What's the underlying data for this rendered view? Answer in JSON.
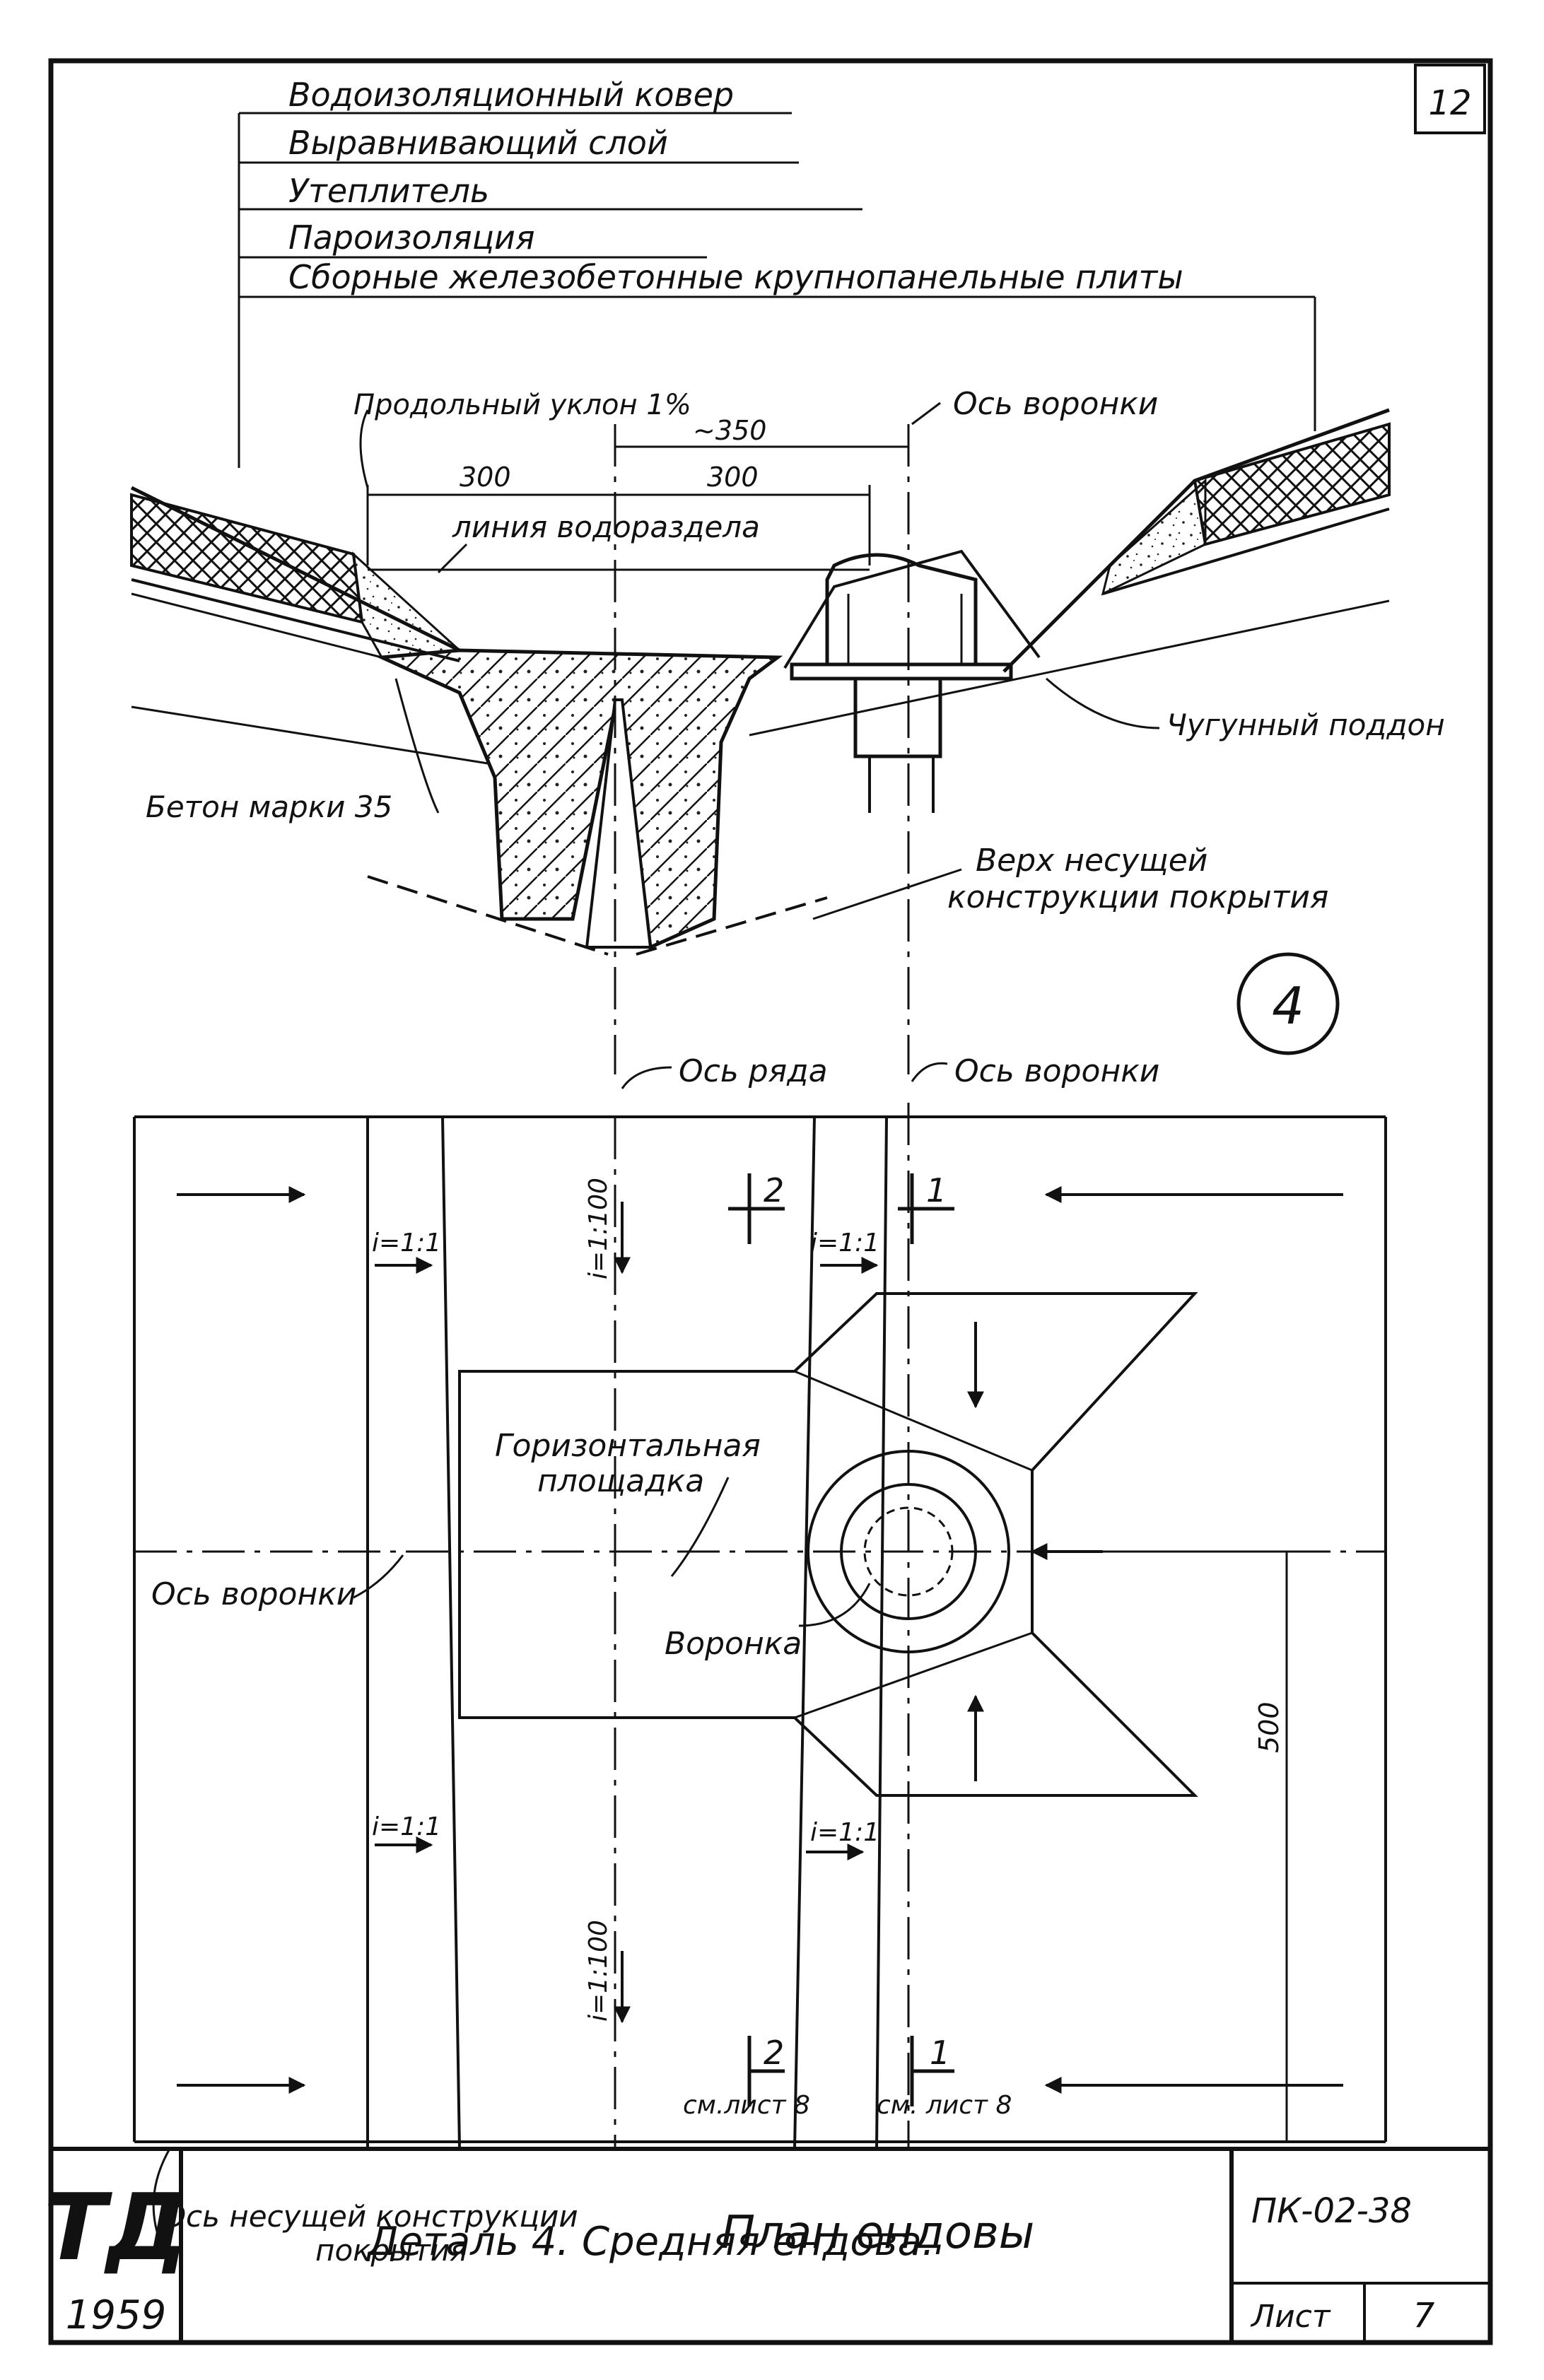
{
  "sheet": {
    "number": "12",
    "detail_circle": "4",
    "title_block": {
      "logo_letters": "ТД",
      "logo_year": "1959",
      "title": "Деталь 4.  Средняя ендова.",
      "code": "ПК-02-38",
      "sheet_label": "Лист",
      "sheet_value": "7"
    }
  },
  "section": {
    "layers": [
      "Водоизоляционный ковер",
      "Выравнивающий  слой",
      "Утеплитель",
      "Пароизоляция",
      "Сборные железобетонные крупнопанельные плиты"
    ],
    "slope_note": "Продольный уклон 1%",
    "funnel_axis": "Ось воронки",
    "dim_350": "~350",
    "dim_300_left": "300",
    "dim_300_right": "300",
    "watershed": "линия водораздела",
    "concrete": "Бетон марки 35",
    "cast_iron_tray": "Чугунный поддон",
    "structure_top": [
      "Верх несущей",
      "конструкции покрытия"
    ]
  },
  "plan": {
    "row_axis": "Ось ряда",
    "funnel_axis_top": "Ось воронки",
    "funnel_axis_left": "Ось воронки",
    "slope_1_1": "i=1:1",
    "slope_1_100": "i=1:100",
    "cut_1": "1",
    "cut_2": "2",
    "platform": [
      "Горизонтальная",
      "площадка"
    ],
    "funnel": "Воронка",
    "dim_500": "500",
    "see_sheet_left": "см.лист 8",
    "see_sheet_right": "см. лист 8",
    "structure_axis": [
      "Ось несущей  конструкции",
      "покрытия"
    ],
    "plan_title": "План  ендовы"
  }
}
